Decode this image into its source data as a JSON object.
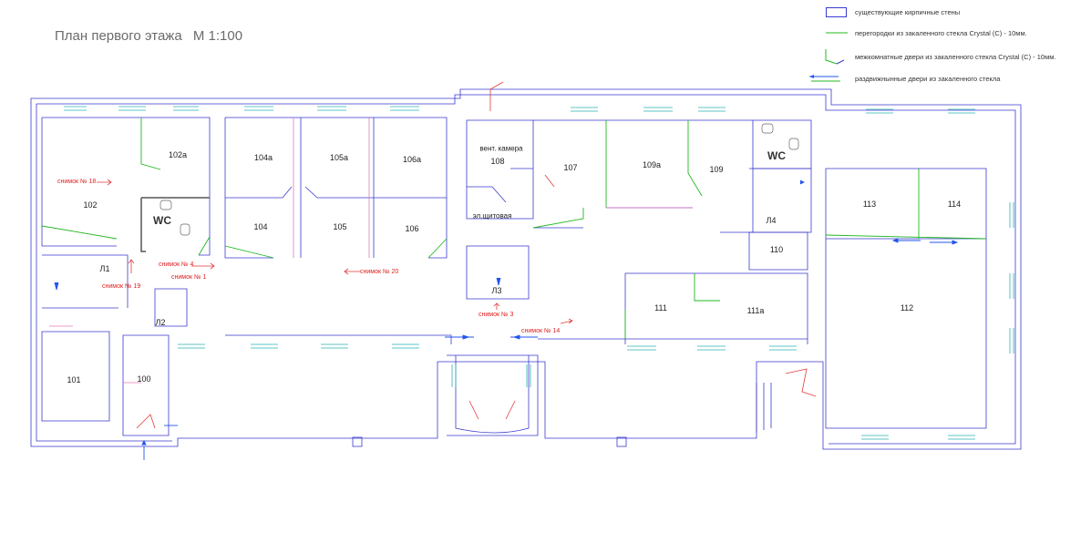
{
  "title": {
    "text": "План первого этажа",
    "scale": "М 1:100"
  },
  "legend": {
    "walls": "существующие кирпичные стены",
    "glass_partitions": "перегородки из закаленного стекла Crystal (C) - 10мм.",
    "glass_doors": "межкомнатные двери из закаленного стекла Crystal (C) - 10мм.",
    "sliding_doors": "раздвижнынные двери из закаленного стекла"
  },
  "colors": {
    "wall": "#3a3ad0",
    "glass": "#22b822",
    "door": "#e23b3b",
    "sliding": "#2255ee",
    "partition_pink": "#e07ab8",
    "window": "#2bb3b3"
  },
  "rooms": {
    "r102a": "102а",
    "r102": "102",
    "wc1": "WC",
    "r104a": "104а",
    "r105a": "105а",
    "r106a": "106а",
    "r104": "104",
    "r105": "105",
    "r106": "106",
    "vent": "вент. камера",
    "r108": "108",
    "shield": "эл.щитовая",
    "r107": "107",
    "r109a": "109а",
    "r109": "109",
    "wc2": "WC",
    "r113": "113",
    "r114": "114",
    "l4": "Л4",
    "r110": "110",
    "l1": "Л1",
    "l2": "Л2",
    "l3": "Л3",
    "r111": "111",
    "r111a": "111а",
    "r112": "112",
    "r101": "101",
    "r100": "100"
  },
  "snapshots": {
    "s18": "снимок № 18",
    "s4": "снимок № 4",
    "s1": "снимок № 1",
    "s19": "снимок № 19",
    "s20": "снимок № 20",
    "s3": "снимок № 3",
    "s14": "снимок № 14"
  }
}
